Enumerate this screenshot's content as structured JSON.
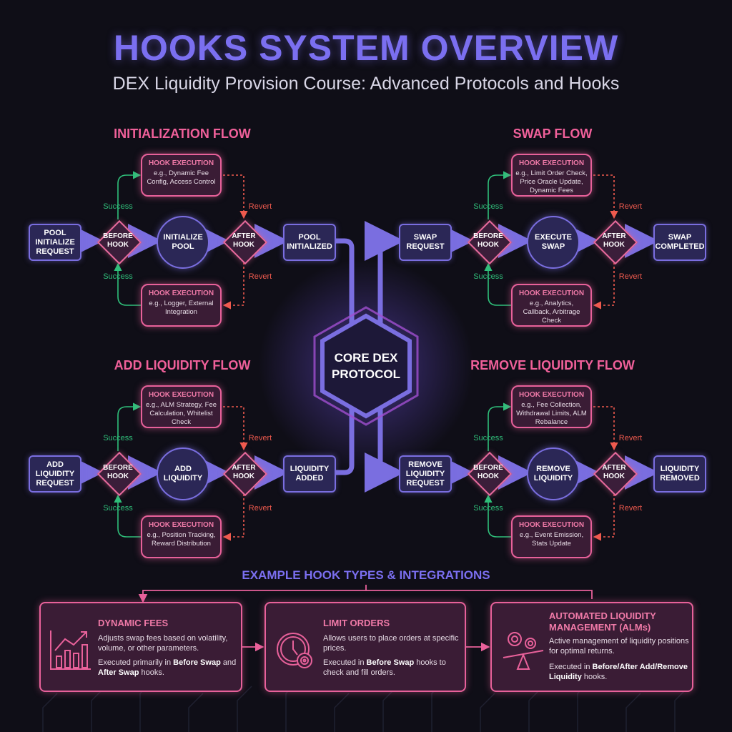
{
  "header": {
    "title": "HOOKS SYSTEM OVERVIEW",
    "subtitle": "DEX Liquidity Provision Course: Advanced Protocols and Hooks"
  },
  "core": {
    "line1": "CORE DEX",
    "line2": "PROTOCOL"
  },
  "labels": {
    "before": "BEFORE HOOK",
    "after": "AFTER HOOK",
    "success": "Success",
    "revert": "Revert",
    "hook_exec": "HOOK EXECUTION"
  },
  "flows": [
    {
      "title": "INITIALIZATION FLOW",
      "request": "POOL INITIALIZE REQUEST",
      "action": "INITIALIZE POOL",
      "result": "POOL INITIALIZED",
      "top_hook": "e.g., Dynamic Fee Config, Access Control",
      "bottom_hook": "e.g., Logger, External Integration"
    },
    {
      "title": "SWAP FLOW",
      "request": "SWAP REQUEST",
      "action": "EXECUTE SWAP",
      "result": "SWAP COMPLETED",
      "top_hook": "e.g., Limit Order Check, Price Oracle Update, Dynamic Fees",
      "bottom_hook": "e.g., Analytics, Callback, Arbitrage Check"
    },
    {
      "title": "ADD LIQUIDITY FLOW",
      "request": "ADD LIQUIDITY REQUEST",
      "action": "ADD LIQUIDITY",
      "result": "LIQUIDITY ADDED",
      "top_hook": "e.g., ALM Strategy, Fee Calculation, Whitelist Check",
      "bottom_hook": "e.g., Position Tracking, Reward Distribution"
    },
    {
      "title": "REMOVE LIQUIDITY FLOW",
      "request": "REMOVE LIQUIDITY REQUEST",
      "action": "REMOVE LIQUIDITY",
      "result": "LIQUIDITY REMOVED",
      "top_hook": "e.g., Fee Collection, Withdrawal Limits, ALM Rebalance",
      "bottom_hook": "e.g., Event Emission, Stats Update"
    }
  ],
  "examples": {
    "title": "EXAMPLE HOOK TYPES & INTEGRATIONS",
    "cards": [
      {
        "icon": "chart-icon",
        "title": "DYNAMIC FEES",
        "desc": "Adjusts swap fees based on volatility, volume, or other parameters.",
        "exec_pre": "Executed primarily in ",
        "exec_b1": "Before Swap",
        "exec_mid": " and ",
        "exec_b2": "After Swap",
        "exec_post": " hooks."
      },
      {
        "icon": "clock-target-icon",
        "title": "LIMIT ORDERS",
        "desc": "Allows users to place orders at specific prices.",
        "exec_pre": "Executed in ",
        "exec_b1": "Before Swap",
        "exec_mid": " hooks to check and fill orders.",
        "exec_b2": "",
        "exec_post": ""
      },
      {
        "icon": "gears-balance-icon",
        "title": "AUTOMATED LIQUIDITY MANAGEMENT (ALMs)",
        "desc": "Active management of liquidity positions for optimal returns.",
        "exec_pre": "Executed in ",
        "exec_b1": "Before/After Add/Remove Liquidity",
        "exec_mid": " hooks.",
        "exec_b2": "",
        "exec_post": ""
      }
    ]
  },
  "colors": {
    "accent": "#7b6ff0",
    "pink": "#e8619a",
    "success": "#2fbf7a",
    "revert": "#ef5a4e",
    "bg": "#0f0e17"
  }
}
